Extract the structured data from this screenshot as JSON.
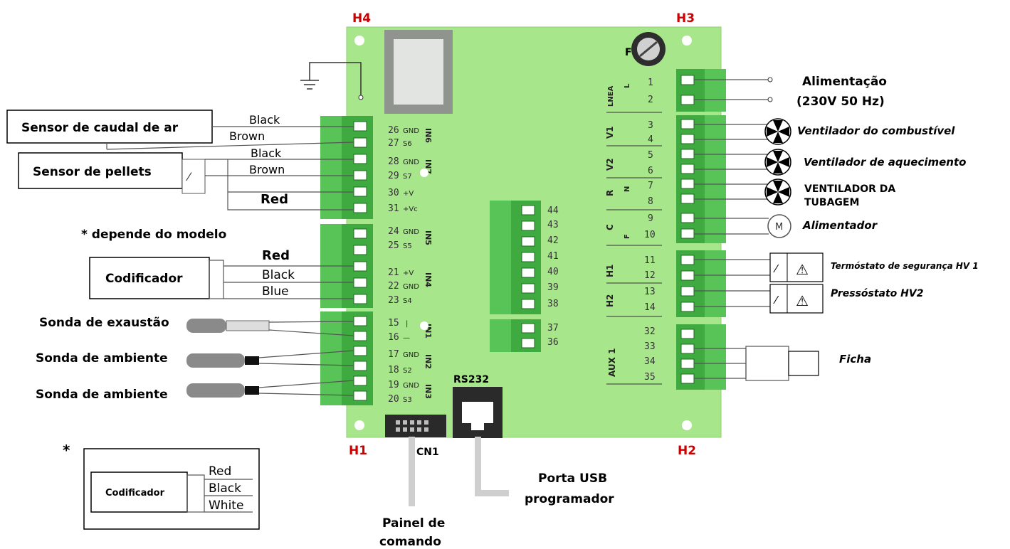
{
  "corners": {
    "h1": "H1",
    "h2": "H2",
    "h3": "H3",
    "h4": "H4"
  },
  "board": {
    "fuse": "F1",
    "cn1": "CN1",
    "rs232": "RS232"
  },
  "left": {
    "airflow_sensor": "Sensor de caudal de ar",
    "pellet_sensor": "Sensor de pellets",
    "model_note": "* depende do modelo",
    "encoder": "Codificador",
    "exhaust_probe": "Sonda de exaustão",
    "room_probe_1": "Sonda de ambiente",
    "room_probe_2": "Sonda de ambiente",
    "inset_star": "*",
    "inset_encoder": "Codificador"
  },
  "wires": {
    "airflow_black": "Black",
    "airflow_brown": "Brown",
    "pellet_black": "Black",
    "pellet_brown": "Brown",
    "pellet_red": "Red",
    "enc_red": "Red",
    "enc_black": "Black",
    "enc_blue": "Blue",
    "inset_red": "Red",
    "inset_black": "Black",
    "inset_white": "White"
  },
  "right": {
    "power": "Alimentação",
    "power_spec": "(230V 50 Hz)",
    "fuel_fan": "Ventilador do combustível",
    "heating_fan": "Ventilador de aquecimento",
    "duct_fan_1": "VENTILADOR DA",
    "duct_fan_2": "TUBAGEM",
    "feeder": "Alimentador",
    "motor_symbol": "M",
    "thermostat": "Termóstato de segurança HV 1",
    "pressostat": "Pressóstato HV2",
    "plug": "Ficha"
  },
  "bottom": {
    "usb_1": "Porta USB",
    "usb_2": "programador",
    "panel_1": "Painel de",
    "panel_2": "comando"
  },
  "left_pins": {
    "p26": "26",
    "p27": "27",
    "p28": "28",
    "p29": "29",
    "p30": "30",
    "p31": "31",
    "p24": "24",
    "p25": "25",
    "p21": "21",
    "p22": "22",
    "p23": "23",
    "p15": "15",
    "p16": "16",
    "p17": "17",
    "p18": "18",
    "p19": "19",
    "p20": "20"
  },
  "left_sig": {
    "p26": "GND",
    "p27": "S6",
    "p28": "GND",
    "p29": "S7",
    "p30": "+V",
    "p31": "+Vc",
    "p24": "GND",
    "p25": "S5",
    "p21": "+V",
    "p22": "GND",
    "p23": "S4",
    "p15": "|",
    "p16": "—",
    "p17": "GND",
    "p18": "S2",
    "p19": "GND",
    "p20": "S3"
  },
  "inputs": {
    "in6": "IN6",
    "in7": "IN7",
    "in5": "IN5",
    "in4": "IN4",
    "in1": "IN1",
    "in2": "IN2",
    "in3": "IN3"
  },
  "mid_pins": {
    "p44": "44",
    "p43": "43",
    "p42": "42",
    "p41": "41",
    "p40": "40",
    "p39": "39",
    "p38": "38",
    "p37": "37",
    "p36": "36"
  },
  "right_pins": {
    "p1": "1",
    "p2": "2",
    "p3": "3",
    "p4": "4",
    "p5": "5",
    "p6": "6",
    "p7": "7",
    "p8": "8",
    "p9": "9",
    "p10": "10",
    "p11": "11",
    "p12": "12",
    "p13": "13",
    "p14": "14",
    "p32": "32",
    "p33": "33",
    "p34": "34",
    "p35": "35"
  },
  "outputs": {
    "lnea": "LNEA",
    "v1": "V1",
    "v2": "V2",
    "r": "R",
    "c": "C",
    "h1": "H1",
    "h2": "H2",
    "aux1": "AUX 1",
    "l": "L",
    "n": "N",
    "f": "F"
  },
  "colors": {
    "pcb": "#a8e68c",
    "terminal": "#3faa3f",
    "corner_labels": "#cc0000"
  }
}
